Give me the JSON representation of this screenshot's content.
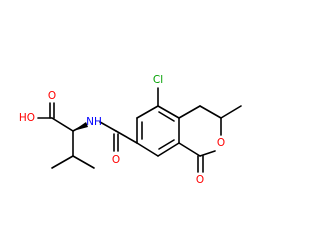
{
  "molecule": {
    "colors": {
      "bond": "#000000",
      "oxygen": "#ff0000",
      "nitrogen": "#0000ff",
      "chlorine": "#00a000"
    },
    "atoms": {
      "chlorine": "Cl",
      "amide_nitrogen": "NH",
      "amide_oxygen": "O",
      "lactone_carbonyl_oxygen": "O",
      "ring_oxygen": "O",
      "hydroxyl": "HO",
      "acid_carbonyl_oxygen": "O"
    }
  }
}
